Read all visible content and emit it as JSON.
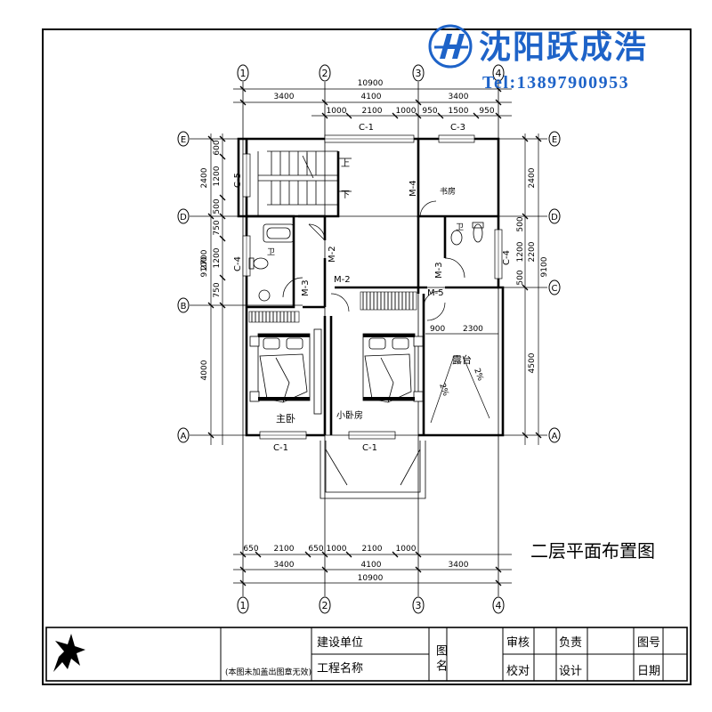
{
  "brand": {
    "name": "沈阳跃成浩",
    "tel": "Tel:13897900953",
    "color": "#1e63c8"
  },
  "plan": {
    "title": "二层平面布置图",
    "axes_vertical": [
      "1",
      "2",
      "3",
      "4"
    ],
    "axes_horizontal": [
      "A",
      "B",
      "C",
      "D",
      "E"
    ],
    "dims_top": {
      "total": "10900",
      "bays": [
        "3400",
        "4100",
        "3400"
      ],
      "openings": [
        "1000",
        "2100",
        "1000",
        "950",
        "1500",
        "950"
      ]
    },
    "dims_bottom": {
      "total": "10900",
      "bays": [
        "3400",
        "4100",
        "3400"
      ],
      "openings": [
        "650",
        "2100",
        "650",
        "1000",
        "2100",
        "1000"
      ]
    },
    "dims_left": {
      "total": "9100",
      "bays": [
        "4000",
        "2700",
        "2400"
      ],
      "openings": [
        "750",
        "1200",
        "750",
        "500",
        "1200",
        "600"
      ]
    },
    "dims_right": {
      "total": "9100",
      "bays": [
        "4500",
        "2200",
        "2400"
      ],
      "openings": [
        "500",
        "1200",
        "500"
      ],
      "balcony": [
        "900",
        "2300"
      ]
    },
    "room_labels": {
      "master_bedroom": "主卧",
      "small_bedroom": "小卧房",
      "study": "书房",
      "toilet_left": "卫",
      "toilet_right": "卫",
      "terrace": "露台",
      "slope_left": "2%",
      "slope_right": "2%"
    },
    "stairs": {
      "up": "上",
      "down": "下"
    },
    "window_tags": {
      "c1_top": "C-1",
      "c3_top": "C-3",
      "c5": "C-5",
      "c4_left": "C-4",
      "c4_right": "C-4",
      "c1_bottom_left": "C-1",
      "c1_bottom_right": "C-1"
    },
    "door_tags": {
      "m4": "M-4",
      "m2_a": "M-2",
      "m2_b": "M-2",
      "m3_left": "M-3",
      "m3_right": "M-3",
      "m5": "M-5"
    }
  },
  "title_block": {
    "construction_unit": "建设单位",
    "project_name": "工程名称",
    "drawing_name": "图名",
    "review": "审核",
    "responsible": "负责",
    "drawing_no": "图号",
    "proofread": "校对",
    "design": "设计",
    "date": "日期",
    "note": "(本图未加盖出图章无效)"
  }
}
